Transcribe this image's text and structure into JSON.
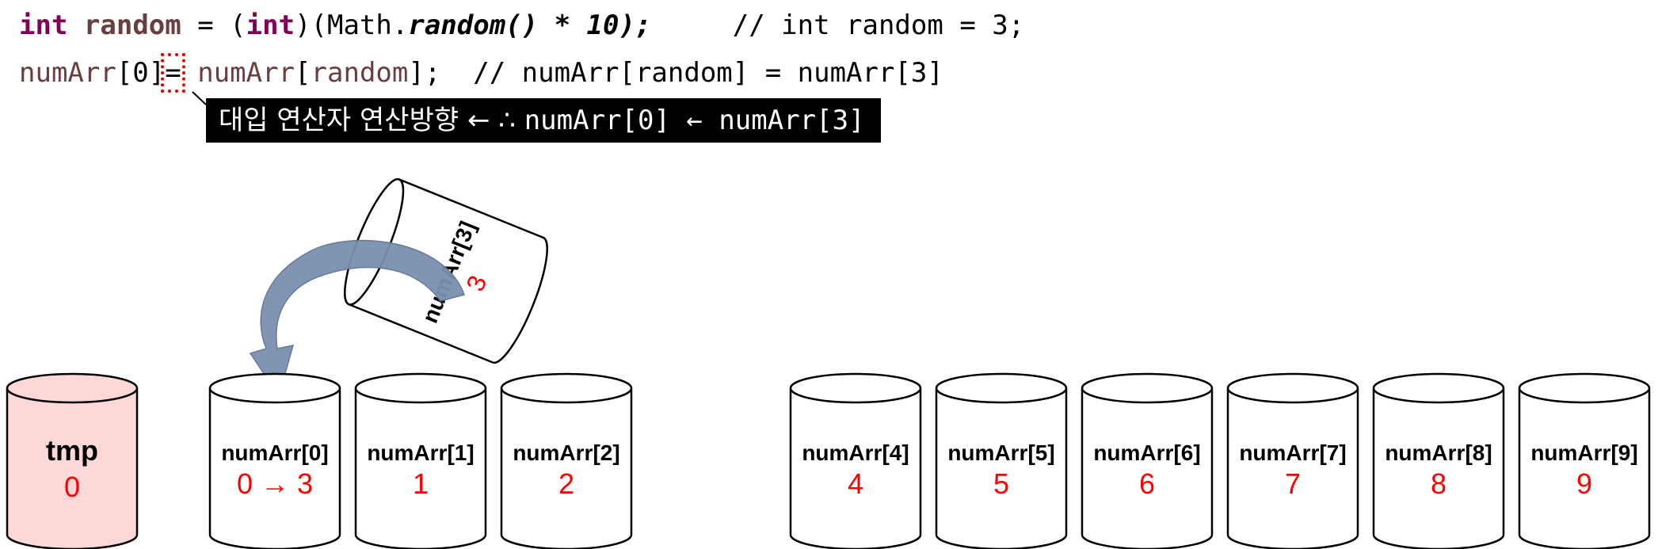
{
  "code": {
    "line1": {
      "kw_int": "int",
      "var_random": "random",
      "eq": " = (",
      "kw_int2": "int",
      "math": ")(Math.",
      "call": "random() * 10);",
      "comment": "     // int random = 3;"
    },
    "line2": {
      "arr": "numArr",
      "idx": "[0]",
      "eq": "=",
      "arr2": "numArr",
      "open": "[",
      "var_random": "random",
      "close": "];",
      "comment": "  // numArr[random] = numArr[3]"
    }
  },
  "banner": {
    "korean": "대입 연산자 연산방향 ← ∴ ",
    "code": "numArr[0] ← numArr[3]"
  },
  "poured": {
    "label": "numArr[3]",
    "value": "3"
  },
  "tmp": {
    "label": "tmp",
    "value": "0",
    "fill": "#fdd8d8"
  },
  "cylinders": [
    {
      "label": "numArr[0]",
      "value": "0 → 3"
    },
    {
      "label": "numArr[1]",
      "value": "1"
    },
    {
      "label": "numArr[2]",
      "value": "2"
    },
    {
      "label": "numArr[4]",
      "value": "4"
    },
    {
      "label": "numArr[5]",
      "value": "5"
    },
    {
      "label": "numArr[6]",
      "value": "6"
    },
    {
      "label": "numArr[7]",
      "value": "7"
    },
    {
      "label": "numArr[8]",
      "value": "8"
    },
    {
      "label": "numArr[9]",
      "value": "9"
    }
  ],
  "colors": {
    "arrow": "#7a8fb0",
    "value_text": "#ff0000",
    "keyword": "#7f0055",
    "variable": "#6a3e3e"
  }
}
